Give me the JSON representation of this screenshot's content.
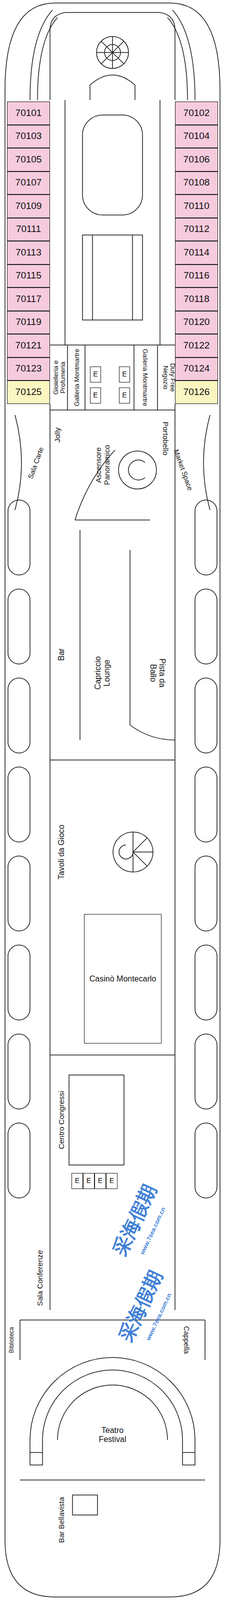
{
  "diagram": {
    "nodes": [
      {
        "text": [
          "70101"
        ]
      },
      {
        "text": [
          "70102"
        ]
      },
      {
        "text": [
          "70103"
        ]
      },
      {
        "text": [
          "70104"
        ]
      },
      {
        "text": [
          "70105"
        ]
      },
      {
        "text": [
          "70106"
        ]
      },
      {
        "text": [
          "70107"
        ]
      },
      {
        "text": [
          "70108"
        ]
      },
      {
        "text": [
          "70109"
        ]
      },
      {
        "text": [
          "70110"
        ]
      },
      {
        "text": [
          "70111"
        ]
      },
      {
        "text": [
          "70112"
        ]
      },
      {
        "text": [
          "70113"
        ]
      },
      {
        "text": [
          "70114"
        ]
      },
      {
        "text": [
          "70115"
        ]
      },
      {
        "text": [
          "70116"
        ]
      },
      {
        "text": [
          "70117"
        ]
      },
      {
        "text": [
          "70118"
        ]
      },
      {
        "text": [
          "70119"
        ]
      },
      {
        "text": [
          "70120"
        ]
      },
      {
        "text": [
          "70121"
        ]
      },
      {
        "text": [
          "70122"
        ]
      },
      {
        "text": [
          "70123"
        ]
      },
      {
        "text": [
          "70124"
        ]
      },
      {
        "text": [
          "70125"
        ]
      },
      {
        "text": [
          "70126"
        ]
      },
      {
        "text": [
          "E"
        ]
      },
      {
        "text": [
          "E"
        ]
      },
      {
        "text": [
          "E"
        ]
      },
      {
        "text": [
          "E"
        ]
      },
      {
        "text": [
          "Casinò Montecarlo"
        ]
      },
      {
        "text": [
          "E"
        ]
      },
      {
        "text": [
          "E"
        ]
      },
      {
        "text": [
          "E"
        ]
      },
      {
        "text": [
          "E"
        ]
      }
    ],
    "labels": [
      "Gioielleria e Profumeria",
      "Galleria Montmartre",
      "Duty Free Negozio",
      "Galleria Montmartre",
      "Jolly",
      "Sala Carte",
      "Ascensore Panoramico",
      "Portobello",
      "Market Space",
      "Bar",
      "Capriccio Lounge",
      "Pista da Ballo",
      "Tavoli da Gioco",
      "Centro Congressi",
      "Sala Conferenze",
      "Biblioteca",
      "Cappella",
      "Teatro Festival",
      "Bar Bellavista",
      "采海假期",
      "www.7sea.com.cn",
      "采海假期",
      "www.7sea.com.cn"
    ]
  }
}
